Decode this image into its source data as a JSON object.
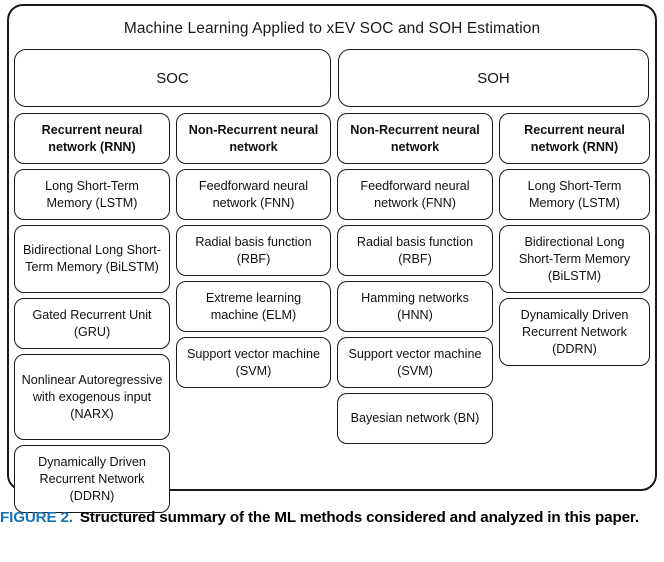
{
  "figure": {
    "title": "Machine Learning Applied to xEV SOC and SOH Estimation",
    "accent_color": "#1a73ae",
    "box_border_color": "#1a1a1a",
    "background_color": "#ffffff",
    "categories": [
      {
        "label": "SOC"
      },
      {
        "label": "SOH"
      }
    ],
    "columns": [
      {
        "category": "SOC",
        "header": "Recurrent neural network (RNN)",
        "items": [
          "Long Short-Term Memory (LSTM)",
          "Bidirectional Long Short-Term Memory (BiLSTM)",
          "Gated Recurrent Unit (GRU)",
          "Nonlinear Autoregressive with exogenous input (NARX)",
          "Dynamically Driven Recurrent Network (DDRN)"
        ]
      },
      {
        "category": "SOC",
        "header": "Non-Recurrent neural network",
        "items": [
          "Feedforward neural network (FNN)",
          "Radial basis function (RBF)",
          "Extreme learning machine (ELM)",
          "Support vector machine (SVM)"
        ]
      },
      {
        "category": "SOH",
        "header": "Non-Recurrent neural network",
        "items": [
          "Feedforward neural network (FNN)",
          "Radial basis function (RBF)",
          "Hamming networks (HNN)",
          "Support vector machine (SVM)",
          "Bayesian network (BN)"
        ]
      },
      {
        "category": "SOH",
        "header": "Recurrent neural network (RNN)",
        "items": [
          "Long Short-Term Memory (LSTM)",
          "Bidirectional Long Short-Term Memory (BiLSTM)",
          "Dynamically Driven Recurrent Network (DDRN)"
        ]
      }
    ]
  },
  "caption": {
    "label": "FIGURE 2.",
    "text": "Structured summary of the ML methods considered and analyzed in this paper."
  }
}
